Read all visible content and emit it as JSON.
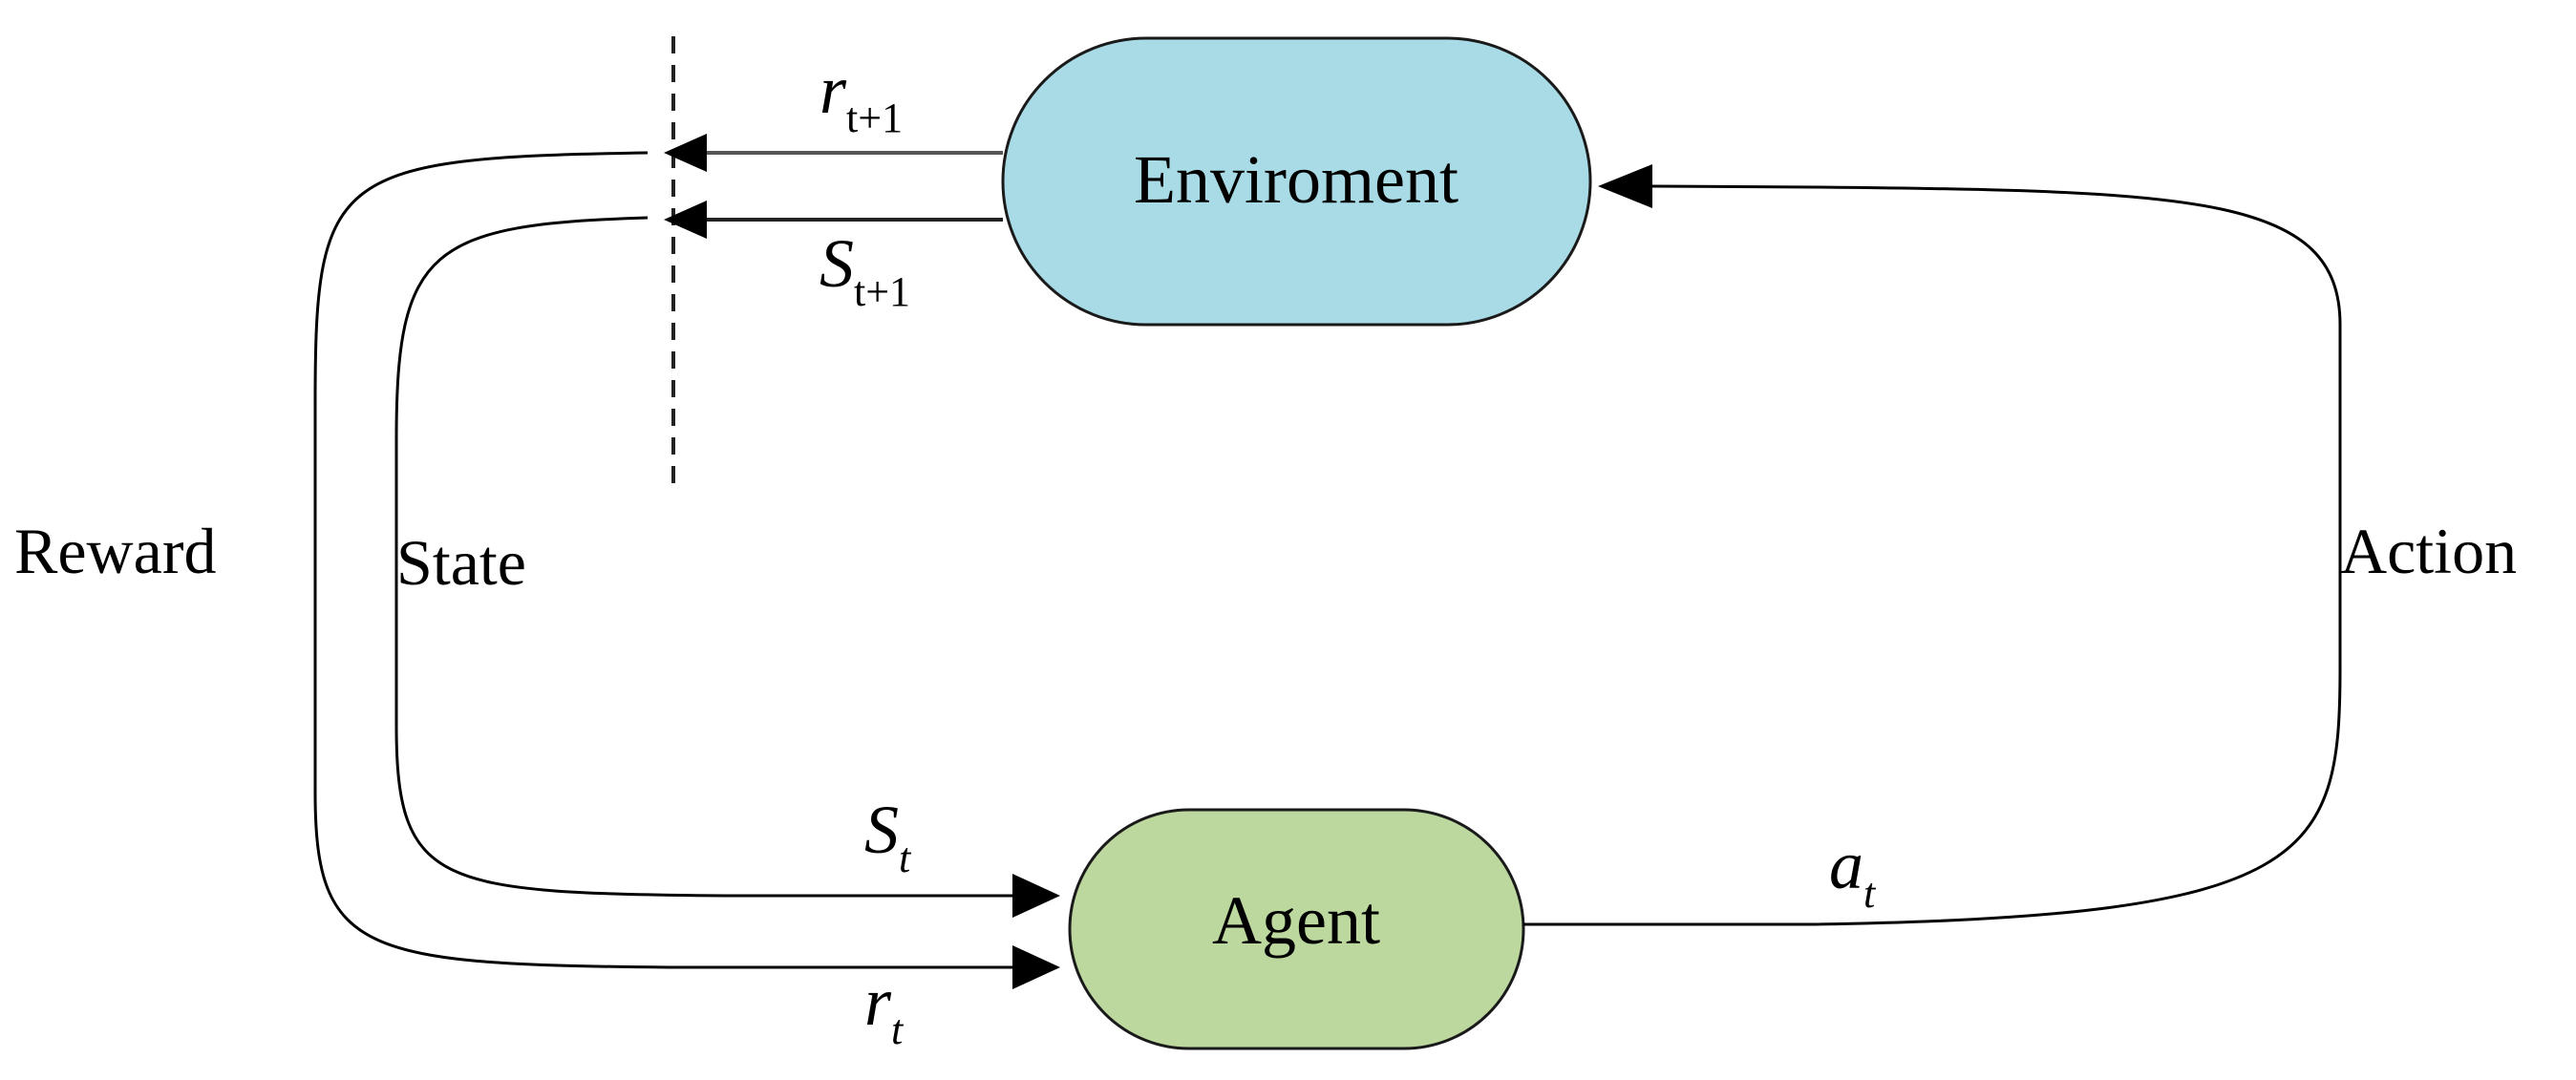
{
  "nodes": {
    "environment": {
      "label": "Enviroment",
      "fill": "#a8dbe6"
    },
    "agent": {
      "label": "Agent",
      "fill": "#bcd89e"
    }
  },
  "labels": {
    "reward": "Reward",
    "state": "State",
    "action": "Action"
  },
  "math": {
    "r_next": {
      "base": "r",
      "sub": "t+1"
    },
    "s_next": {
      "base": "S",
      "sub": "t+1"
    },
    "s_t": {
      "base": "S",
      "sub": "t"
    },
    "r_t": {
      "base": "r",
      "sub": "t"
    },
    "a_t": {
      "base": "a",
      "sub": "t"
    }
  },
  "colors": {
    "stroke": "#000000",
    "background": "#ffffff"
  }
}
